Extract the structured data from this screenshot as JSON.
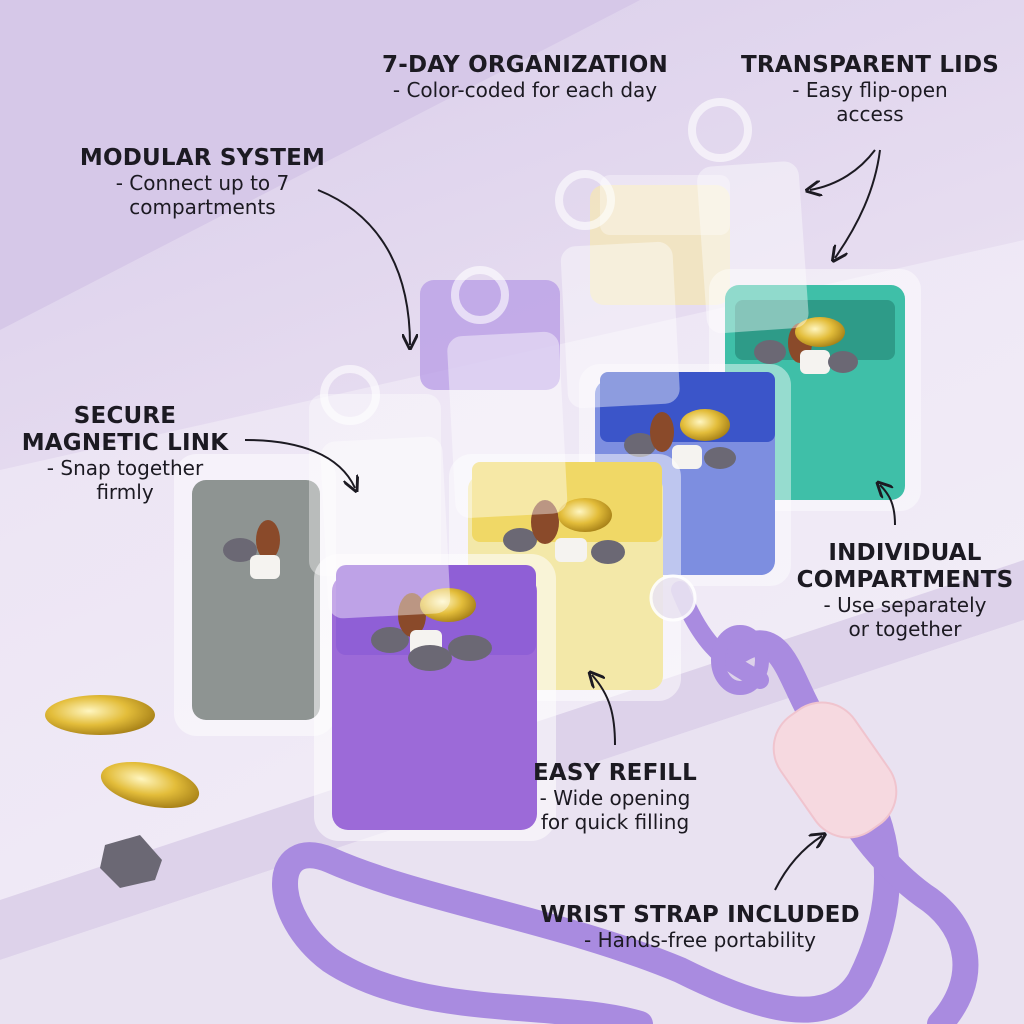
{
  "features": {
    "seven_day": {
      "title": "7-DAY ORGANIZATION",
      "desc": "- Color-coded for each day"
    },
    "lids": {
      "title": "TRANSPARENT LIDS",
      "desc": [
        "- Easy flip-open",
        "access"
      ]
    },
    "modular": {
      "title": "MODULAR SYSTEM",
      "desc": [
        "- Connect up to 7",
        "compartments"
      ]
    },
    "magnetic": {
      "title": [
        "SECURE",
        "MAGNETIC LINK"
      ],
      "desc": [
        "- Snap together",
        "firmly"
      ]
    },
    "individual": {
      "title": [
        "INDIVIDUAL",
        "COMPARTMENTS"
      ],
      "desc": [
        "- Use separately",
        "or together"
      ]
    },
    "refill": {
      "title": "EASY REFILL",
      "desc": [
        "- Wide opening",
        "for quick filling"
      ]
    },
    "strap": {
      "title": "WRIST STRAP INCLUDED",
      "desc": "- Hands-free portability"
    }
  },
  "colors": {
    "background": "#e6dcf0",
    "strap": "#a98be0",
    "purple": "#8f5fd6",
    "yellow": "#f0d866",
    "blue": "#3b55c9",
    "teal": "#3fbfa8",
    "gray": "#8e9492",
    "cream": "#f4e6b8",
    "lavender": "#b79be6"
  }
}
